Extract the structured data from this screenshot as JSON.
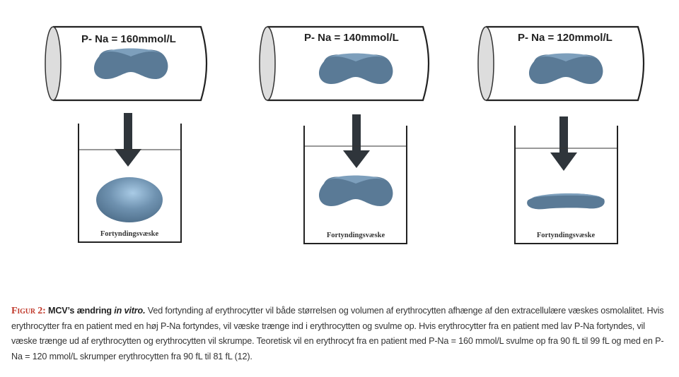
{
  "panels": [
    {
      "label": "P- Na = 160mmol/L",
      "liquid_label": "Fortyndingsvæske",
      "result_shape": "swollen-sphere"
    },
    {
      "label": "P- Na = 140mmol/L",
      "liquid_label": "Fortyndingsvæske",
      "result_shape": "normal-biconcave"
    },
    {
      "label": "P- Na = 120mmol/L",
      "liquid_label": "Fortyndingsvæske",
      "result_shape": "shrunken-flat"
    }
  ],
  "caption": {
    "figure_label": "Figur 2:",
    "title_pre": "MCV’s ændring ",
    "title_italic": "in vitro.",
    "text": "Ved fortynding af erythrocytter vil både størrelsen og volumen af erythrocytten afhænge af den extracellulære væskes osmolalitet. Hvis erythrocytter fra en patient med en høj P-Na fortyndes, vil væske trænge ind i erythrocytten og svulme op. Hvis erythrocytter fra en patient med lav P-Na fortyndes, vil væske trænge ud af erythrocytten og erythrocytten vil skrumpe. Teoretisk vil en erythrocyt fra en patient med P-Na = 160 mmol/L svulme op fra 90 fL til 99 fL og med en P-Na = 120 mmol/L skrumper erythrocytten fra 90 fL til 81 fL (12)."
  },
  "colors": {
    "cell": "#5a7a96",
    "cell_light": "#8fb0cc",
    "arrow": "#2f353b",
    "caption_label": "#c0392b"
  }
}
